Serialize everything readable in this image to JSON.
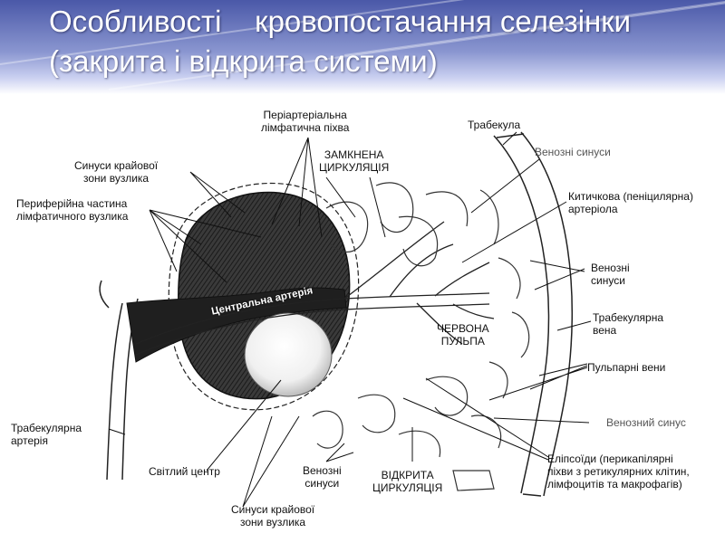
{
  "title": {
    "line1": "Особливості    кровопостачання селезінки",
    "line2": "(закрита і відкрита системи)"
  },
  "labels": {
    "periarterial_line1": "Періартеріальна",
    "periarterial_line2": "лімфатична піхва",
    "trabecula": "Трабекула",
    "venous_sinuses_top": "Венозні синуси",
    "closed_circulation_line1": "ЗАМКНЕНА",
    "closed_circulation_line2": "ЦИРКУЛЯЦІЯ",
    "marginal_sinuses_top_line1": "Синуси крайової",
    "marginal_sinuses_top_line2": "зони вузлика",
    "peripheral_part_line1": "Периферійна частина",
    "peripheral_part_line2": "лімфатичного вузлика",
    "penicillar_arteriole_line1": "Китичкова (пеніцилярна)",
    "penicillar_arteriole_line2": "артеріола",
    "venous_sinuses_right_line1": "Венозні",
    "venous_sinuses_right_line2": "синуси",
    "central_artery": "Центральна артерія",
    "red_pulp_line1": "ЧЕРВОНА",
    "red_pulp_line2": "ПУЛЬПА",
    "trabecular_vein_line1": "Трабекулярна",
    "trabecular_vein_line2": "вена",
    "pulp_veins": "Пульпарні вени",
    "venous_sinus": "Венозний синус",
    "trabecular_artery_line1": "Трабекулярна",
    "trabecular_artery_line2": "артерія",
    "germinal_center": "Світлий центр",
    "venous_sinuses_bottom_line1": "Венозні",
    "venous_sinuses_bottom_line2": "синуси",
    "open_circulation_line1": "ВІДКРИТА",
    "open_circulation_line2": "ЦИРКУЛЯЦІЯ",
    "ellipsoids_line1": "Еліпсоїди (перикапілярні",
    "ellipsoids_line2": "піхви з ретикулярних клітин,",
    "ellipsoids_line3": "лімфоцитів та макрофагів)",
    "marginal_sinuses_bottom_line1": "Синуси крайової",
    "marginal_sinuses_bottom_line2": "зони вузлика"
  },
  "colors": {
    "header_dark": "#4a58a8",
    "header_light": "#c9cff0",
    "title_text": "#ffffff",
    "ink": "#111111"
  }
}
